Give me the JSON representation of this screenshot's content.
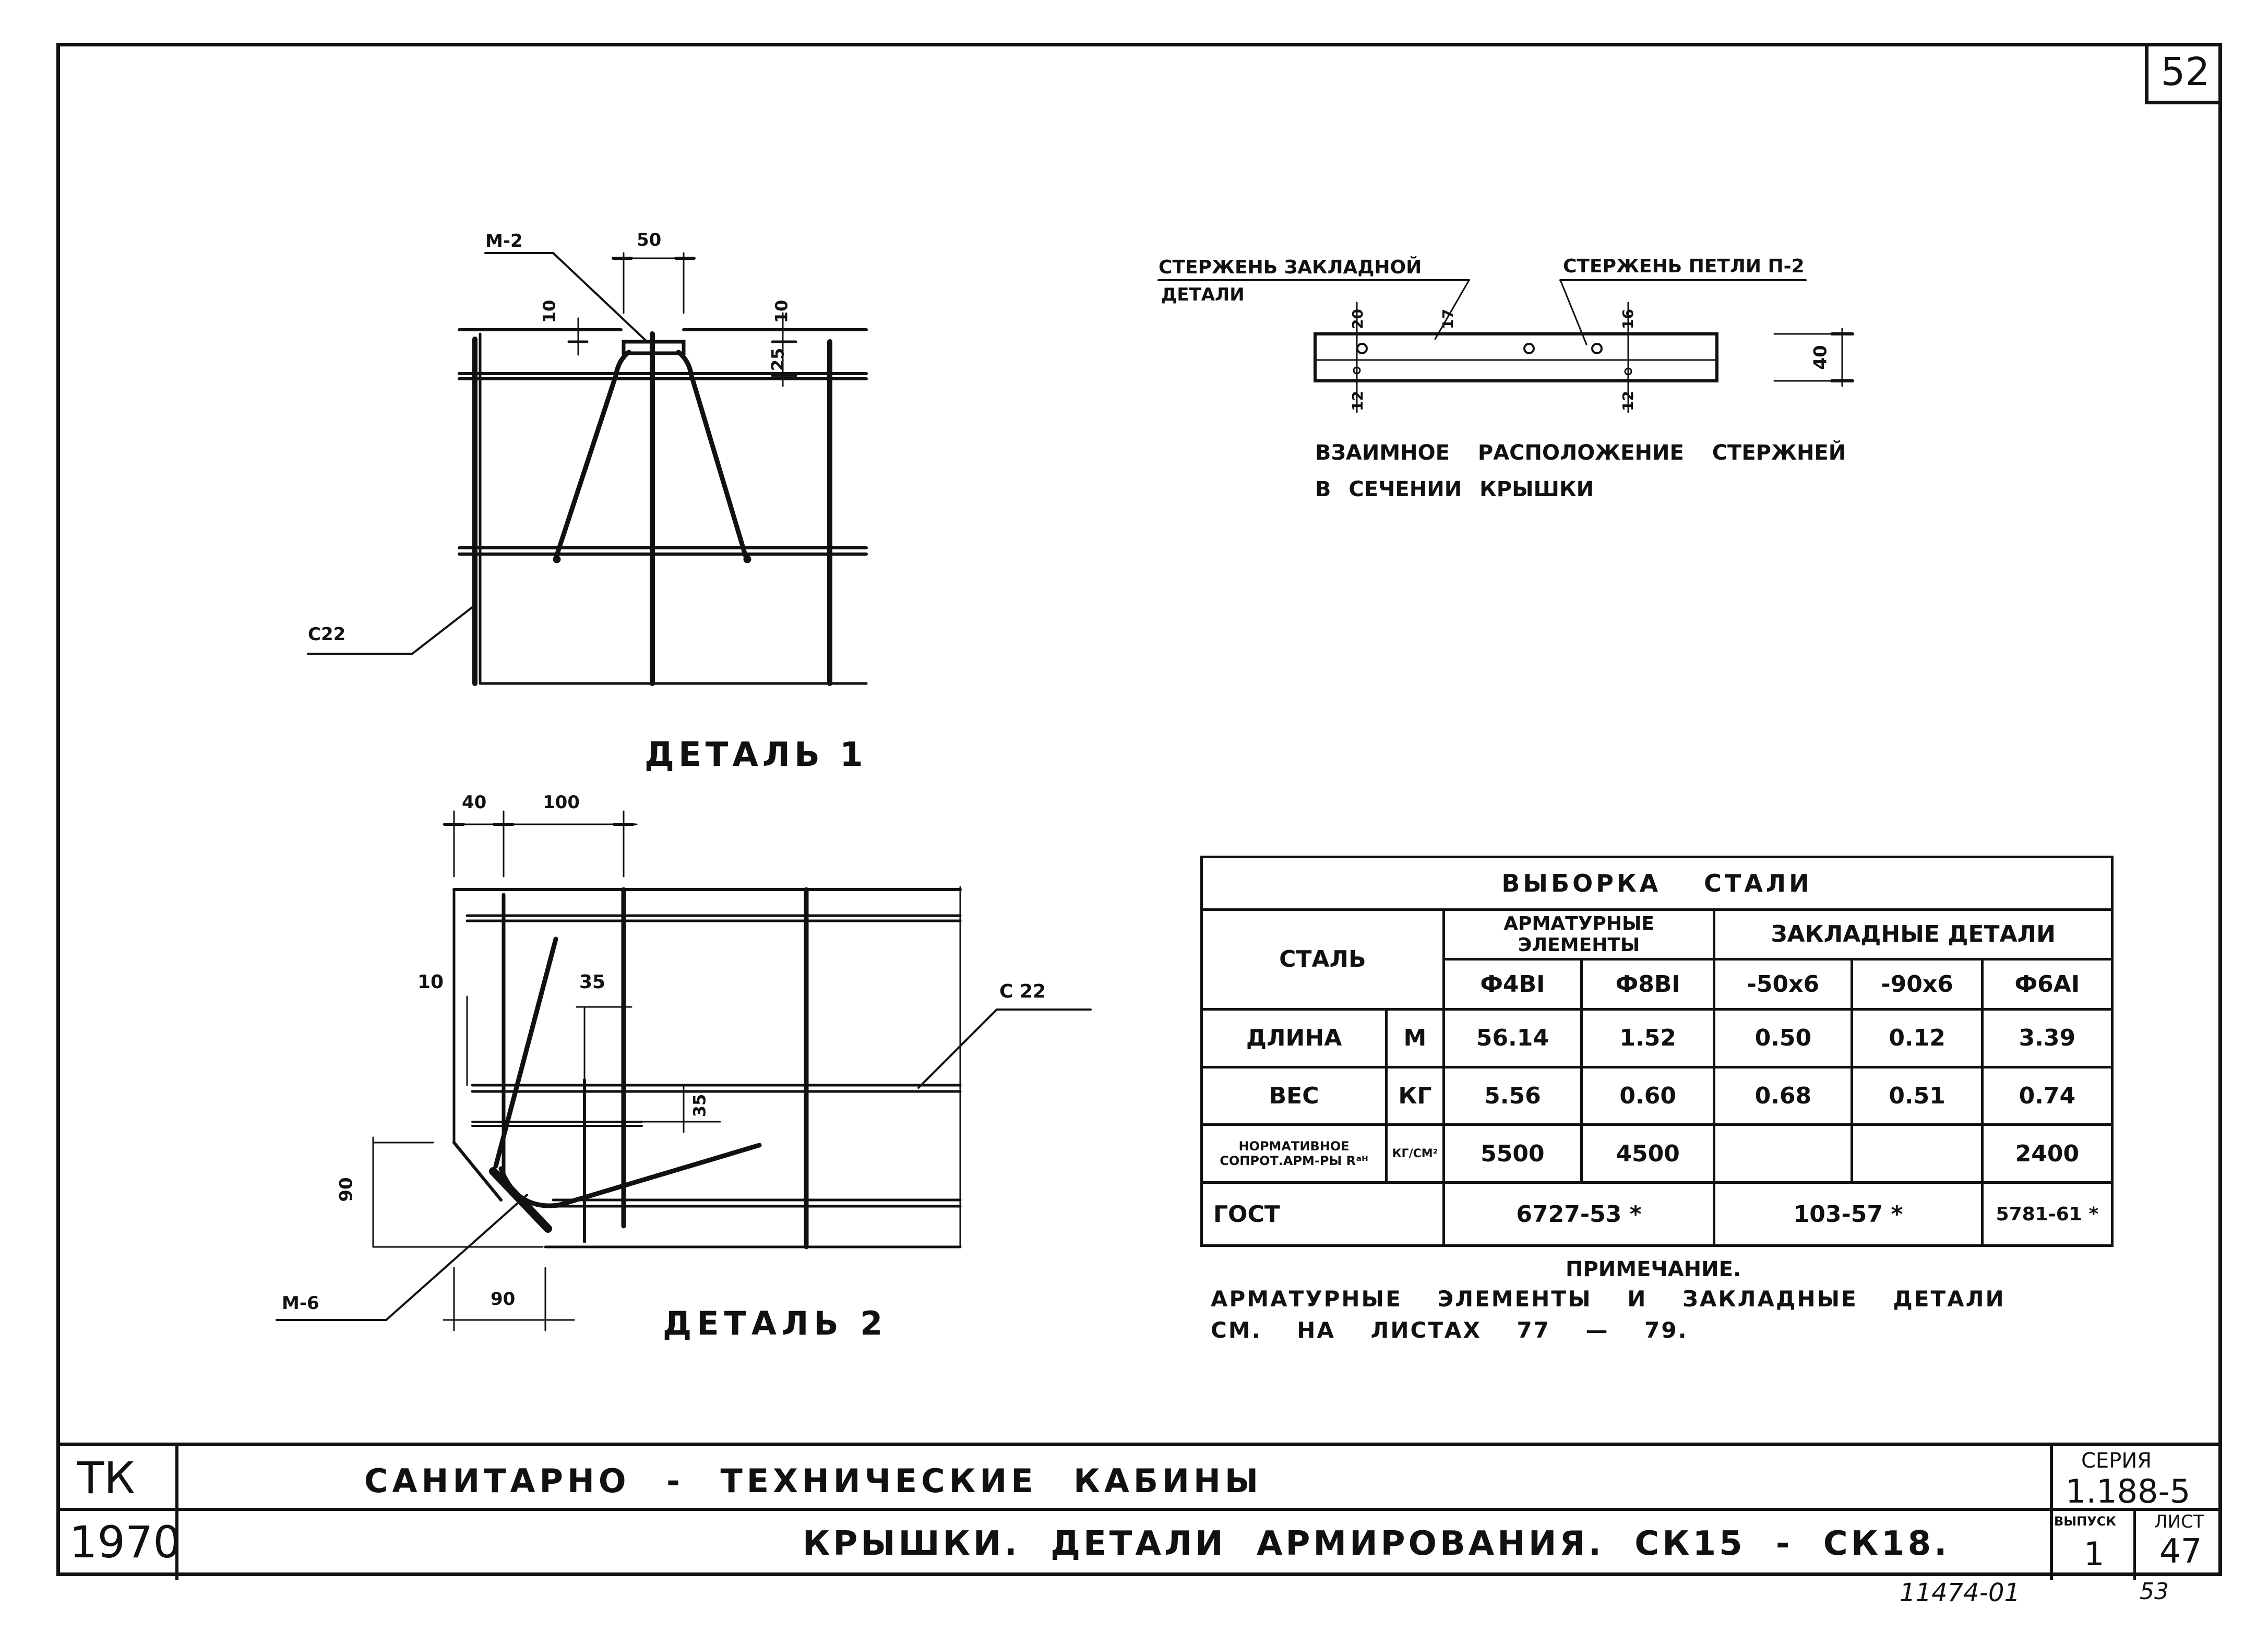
{
  "sheet": {
    "page_number": "52",
    "inventory_number": "11474-01",
    "bottom_page": "53"
  },
  "detail1": {
    "title": "ДЕТАЛЬ 1",
    "label_m2": "М-2",
    "label_c22": "С22",
    "dim_50": "50",
    "dim_10": "10",
    "dim_10b": "10",
    "dim_25": "25"
  },
  "detail2": {
    "title": "ДЕТАЛЬ 2",
    "label_m6": "М-6",
    "label_c22": "С 22",
    "dim_40": "40",
    "dim_100": "100",
    "dim_10": "10",
    "dim_35a": "35",
    "dim_35b": "35",
    "dim_90v": "90",
    "dim_90h": "90"
  },
  "section": {
    "label_embedded_line1": "СТЕРЖЕНЬ ЗАКЛАДНОЙ",
    "label_embedded_line2": "ДЕТАЛИ",
    "label_loop": "СТЕРЖЕНЬ ПЕТЛИ П-2",
    "dim_20": "20",
    "dim_17": "17",
    "dim_16": "16",
    "dim_12a": "12",
    "dim_12b": "12",
    "dim_40": "40",
    "caption_line1": "ВЗАИМНОЕ РАСПОЛОЖЕНИЕ СТЕРЖНЕЙ",
    "caption_line2": "В СЕЧЕНИИ КРЫШКИ"
  },
  "steel_table": {
    "title": "ВЫБОРКА СТАЛИ",
    "col_steel": "СТАЛЬ",
    "group_rebar": "АРМАТУРНЫЕ ЭЛЕМЕНТЫ",
    "group_embedded": "ЗАКЛАДНЫЕ ДЕТАЛИ",
    "columns": [
      "Ф4ВI",
      "Ф8ВI",
      "-50х6",
      "-90х6",
      "Ф6АI"
    ],
    "rows": [
      {
        "name": "ДЛИНА",
        "unit": "М",
        "values": [
          "56.14",
          "1.52",
          "0.50",
          "0.12",
          "3.39"
        ]
      },
      {
        "name": "ВЕС",
        "unit": "КГ",
        "values": [
          "5.56",
          "0.60",
          "0.68",
          "0.51",
          "0.74"
        ]
      },
      {
        "name": "НОРМАТИВНОЕ СОПРОТ.АРМ-РЫ Rᵃᴴ",
        "unit": "КГ/СМ²",
        "values": [
          "5500",
          "4500",
          "",
          "",
          "2400"
        ]
      }
    ],
    "gost_label": "ГОСТ",
    "gost_rebar": "6727-53 *",
    "gost_embedded": "103-57 *",
    "gost_last": "5781-61 *"
  },
  "note": {
    "heading": "ПРИМЕЧАНИЕ.",
    "line1": "АРМАТУРНЫЕ ЭЛЕМЕНТЫ И ЗАКЛАДНЫЕ ДЕТАЛИ",
    "line2": "СМ. НА ЛИСТАХ 77 — 79."
  },
  "stamp": {
    "org": "ТК",
    "year": "1970",
    "title_line1": "САНИТАРНО - ТЕХНИЧЕСКИЕ КАБИНЫ",
    "title_line2": "КРЫШКИ. ДЕТАЛИ АРМИРОВАНИЯ. СК15 - СК18.",
    "series_label": "СЕРИЯ",
    "series_value": "1.188-5",
    "issue_label": "ВЫПУСК",
    "issue_value": "1",
    "sheet_label": "ЛИСТ",
    "sheet_value": "47"
  }
}
